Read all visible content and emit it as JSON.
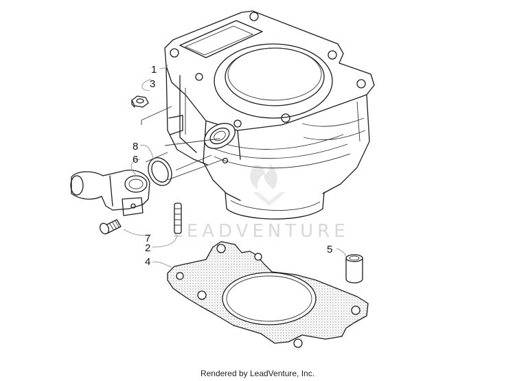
{
  "diagram": {
    "callouts": [
      {
        "id": "callout-1",
        "label": "1"
      },
      {
        "id": "callout-3",
        "label": "3"
      },
      {
        "id": "callout-8",
        "label": "8"
      },
      {
        "id": "callout-6",
        "label": "6"
      },
      {
        "id": "callout-7",
        "label": "7"
      },
      {
        "id": "callout-2",
        "label": "2"
      },
      {
        "id": "callout-4",
        "label": "4"
      },
      {
        "id": "callout-5",
        "label": "5"
      }
    ],
    "watermark": "LEADVENTURE",
    "line_color": "#1a1a1a",
    "leader_color": "#9a9a9a",
    "gasket_fill_color": "#c8c8c8"
  },
  "footer": {
    "text": "Rendered by LeadVenture, Inc."
  }
}
